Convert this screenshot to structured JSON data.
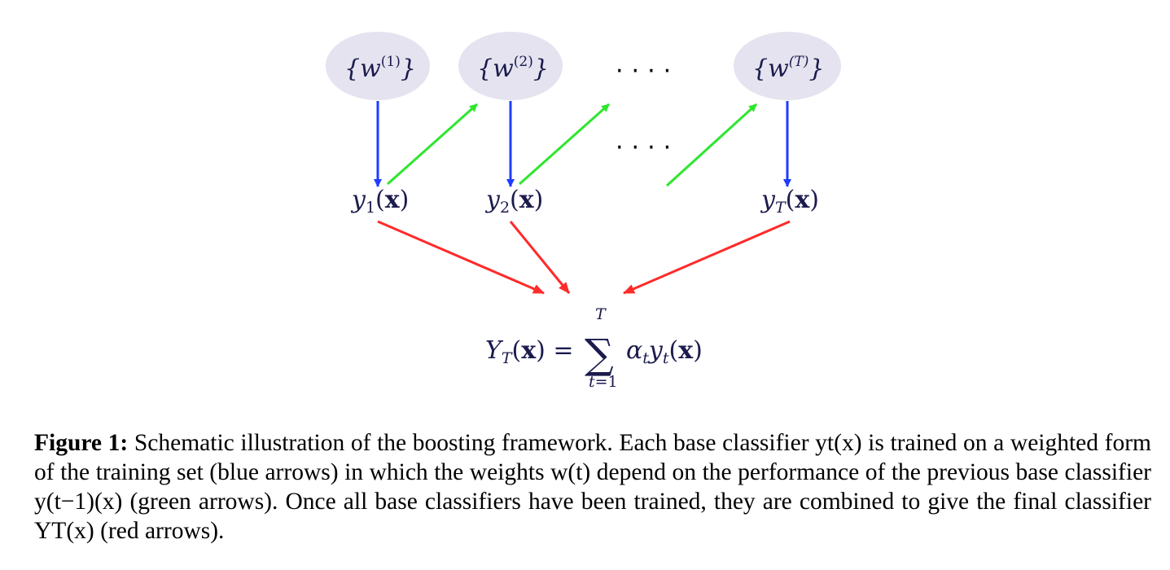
{
  "diagram": {
    "weight_nodes": [
      "{w(1)}",
      "{w(2)}",
      "{w(T)}"
    ],
    "ellipsis": "· · · ·",
    "classifiers": [
      "y1(x)",
      "y2(x)",
      "yT(x)"
    ],
    "combined_output": "YT(x) = Σ_{t=1}^{T} αt yt(x)",
    "arrow_colors": {
      "blue": "#1f3cff",
      "green": "#2ee62e",
      "red": "#ff2a2a"
    }
  },
  "caption": {
    "label": "Figure 1:",
    "text": "Schematic illustration of the boosting framework. Each base classifier yt(x) is trained on a weighted form of the training set (blue arrows) in which the weights w(t) depend on the performance of the previous base classifier y(t−1)(x) (green arrows). Once all base classifiers have been trained, they are combined to give the final classifier YT(x) (red arrows)."
  }
}
